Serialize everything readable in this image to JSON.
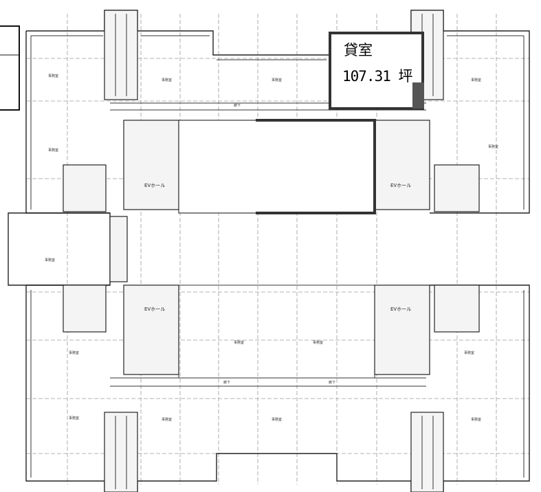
{
  "rental_unit": {
    "title": "貸室",
    "area": "107.31 坪",
    "highlight_color": "#333333"
  },
  "labels": {
    "office": "事務室",
    "corridor": "廊下",
    "ev_hall": "EVホール",
    "staircase": "階段"
  }
}
